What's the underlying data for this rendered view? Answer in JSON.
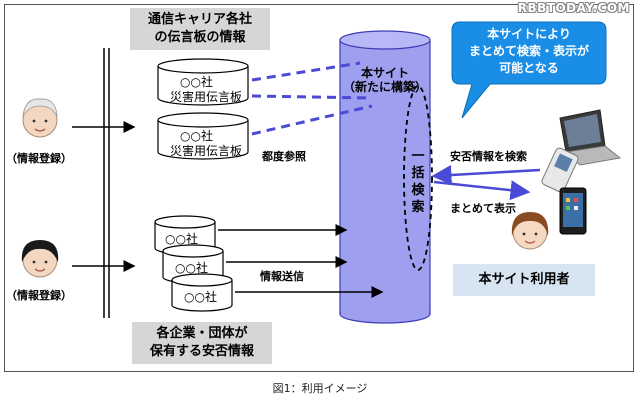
{
  "watermark": "RBBTODAY.COM",
  "carrier_label": [
    "通信キャリア各社",
    "の伝言板の情報"
  ],
  "carrier_boards": [
    {
      "company": "○○社",
      "board": "災害用伝言板"
    },
    {
      "company": "○○社",
      "board": "災害用伝言板"
    }
  ],
  "company_dbs": [
    "○○社",
    "○○社",
    "○○社"
  ],
  "main_site": [
    "本サイト",
    "（新たに構築）"
  ],
  "bulk_search": [
    "一",
    "括",
    "検",
    "索"
  ],
  "on_demand_ref": "都度参照",
  "info_send": "情報送信",
  "info_register": [
    "（情報登録）",
    "（情報登録）"
  ],
  "search_safety": "安否情報を検索",
  "display_together": "まとめて表示",
  "bubble_text": [
    "本サイトにより",
    "まとめて検索・表示が",
    "可能となる"
  ],
  "user_label": "本サイト利用者",
  "company_label": [
    "各企業・団体が",
    "保有する安否情報"
  ],
  "caption": "図1：利用イメージ",
  "colors": {
    "cylinder": "#9f9ff0",
    "bubble": "#1a8ee6",
    "arrow_dashed": "#4a4ad6",
    "gray_label": "#d6d6d6",
    "blue_label": "#d7e4f2"
  }
}
